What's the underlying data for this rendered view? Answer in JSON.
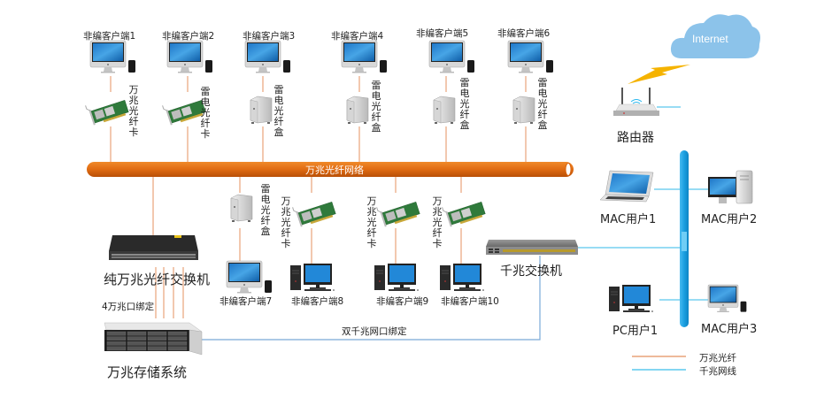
{
  "internet": {
    "label": "Internet"
  },
  "router": {
    "label": "路由器"
  },
  "backbone": {
    "label": "万兆光纤网络"
  },
  "gige_trunk_label": "千兆网线",
  "top_clients": [
    {
      "label": "非编客户端1",
      "adapter": "万兆光纤卡",
      "adapter_type": "card",
      "host": "imac"
    },
    {
      "label": "非编客户端2",
      "adapter": "雷电光纤卡",
      "adapter_type": "card",
      "host": "imac"
    },
    {
      "label": "非编客户端3",
      "adapter": "雷电光纤盒",
      "adapter_type": "box",
      "host": "imac"
    },
    {
      "label": "非编客户端4",
      "adapter": "雷电光纤盒",
      "adapter_type": "box",
      "host": "imac"
    },
    {
      "label": "非编客户端5",
      "adapter": "雷电光纤盒",
      "adapter_type": "box",
      "host": "imac"
    },
    {
      "label": "非编客户端6",
      "adapter": "雷电光纤盒",
      "adapter_type": "box",
      "host": "imac"
    }
  ],
  "bottom_clients": [
    {
      "label": "非编客户端7",
      "adapter": "雷电光纤盒",
      "adapter_type": "box",
      "host": "imac"
    },
    {
      "label": "非编客户端8",
      "adapter": "万兆光纤卡",
      "adapter_type": "card",
      "host": "pc"
    },
    {
      "label": "非编客户端9",
      "adapter": "万兆光纤卡",
      "adapter_type": "card",
      "host": "pc"
    },
    {
      "label": "非编客户端10",
      "adapter": "万兆光纤卡",
      "adapter_type": "card",
      "host": "pc"
    }
  ],
  "fiber_switch": {
    "label": "纯万兆光纤交换机"
  },
  "port_bond": {
    "label": "4万兆口绑定"
  },
  "storage": {
    "label": "万兆存储系统"
  },
  "gige_switch": {
    "label": "千兆交换机"
  },
  "dual_bond": {
    "label": "双千兆网口绑定"
  },
  "users": [
    {
      "label": "MAC用户1",
      "type": "laptop"
    },
    {
      "label": "MAC用户2",
      "type": "macpro"
    },
    {
      "label": "PC用户1",
      "type": "pc"
    },
    {
      "label": "MAC用户3",
      "type": "imac"
    }
  ],
  "legend": [
    {
      "label": "万兆光纤",
      "color": "#e8a37a"
    },
    {
      "label": "千兆网线",
      "color": "#5bc8ee"
    }
  ],
  "colors": {
    "fiber": "#e8a37a",
    "gige": "#5bc8ee",
    "backbone": "#d9640f",
    "trunk": "#1a9fe0",
    "cloud": "#8cc3ea",
    "bolt": "#f5b300"
  }
}
